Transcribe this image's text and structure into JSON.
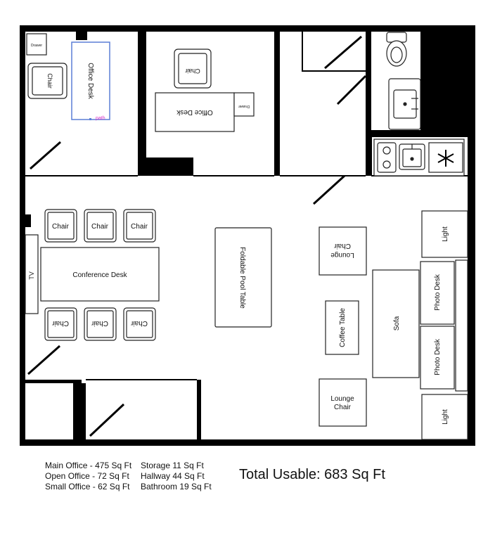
{
  "labels": {
    "drawer": "Drawer",
    "chair": "Chair",
    "office_desk": "Office Desk",
    "path": "path",
    "tv": "TV",
    "conference_desk": "Conference Desk",
    "foldable_pool_table": "Foldable Pool Table",
    "lounge_chair": "Lounge Chair",
    "lounge_chair_word1": "Lounge",
    "lounge_chair_word2": "Chair",
    "coffee_table": "Coffee Table",
    "sofa": "Sofa",
    "light": "Light",
    "photo_desk": "Photo Desk"
  },
  "areas": {
    "left": [
      "Main Office - 475 Sq Ft",
      "Open Office - 72 Sq Ft",
      "Small Office - 62 Sq Ft"
    ],
    "right": [
      "Storage 11 Sq Ft",
      "Hallway 44 Sq Ft",
      "Bathroom 19 Sq Ft"
    ]
  },
  "total": "Total Usable: 683 Sq Ft",
  "colors": {
    "wall": "#000000",
    "furniture_stroke": "#222222",
    "selection": "#5b7fd6",
    "path_label": "#d633c8"
  }
}
